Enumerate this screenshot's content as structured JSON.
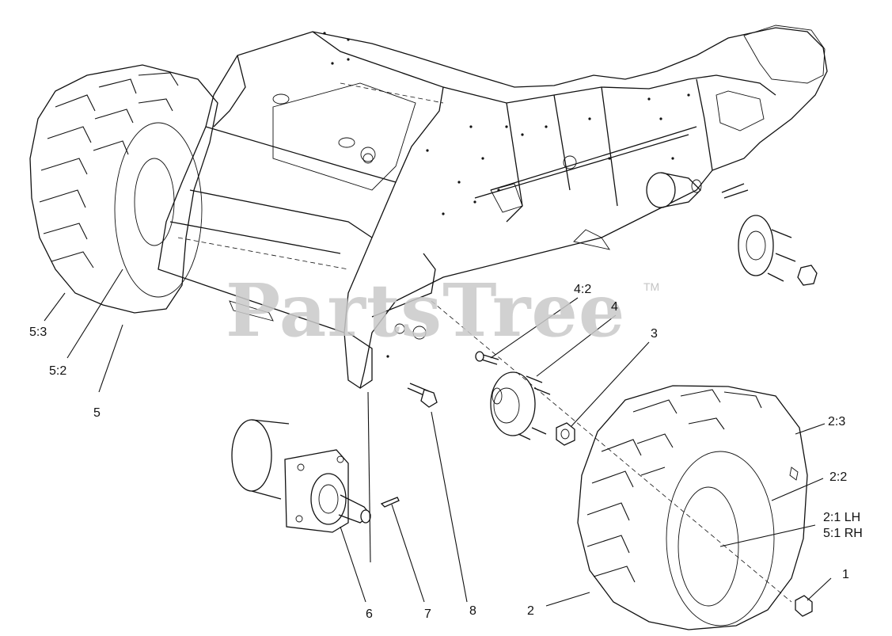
{
  "watermark": {
    "text": "PartsTree",
    "trademark": "TM"
  },
  "callouts": {
    "c1": "1",
    "c2": "2",
    "c2_1": "2:1 LH",
    "c5_1": "5:1 RH",
    "c2_2": "2:2",
    "c2_3": "2:3",
    "c3": "3",
    "c4": "4",
    "c4_2": "4:2",
    "c5": "5",
    "c5_2": "5:2",
    "c5_3": "5:3",
    "c6": "6",
    "c7": "7",
    "c8": "8"
  }
}
